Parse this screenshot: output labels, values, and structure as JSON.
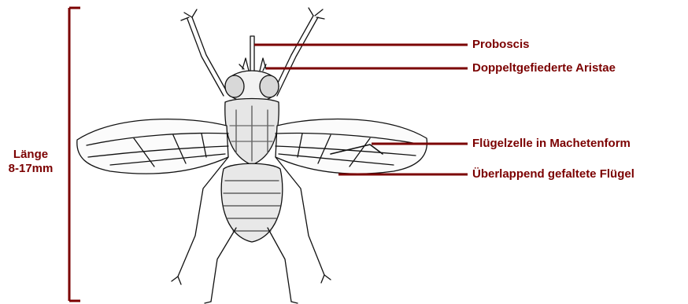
{
  "accent_color": "#7b0000",
  "length": {
    "title": "Länge",
    "range": "8-17mm"
  },
  "labels": [
    {
      "text": "Proboscis"
    },
    {
      "text": "Doppeltgefiederte Aristae"
    },
    {
      "text": "Flügelzelle in Machetenform"
    },
    {
      "text": "Überlappend gefaltete Flügel"
    }
  ]
}
